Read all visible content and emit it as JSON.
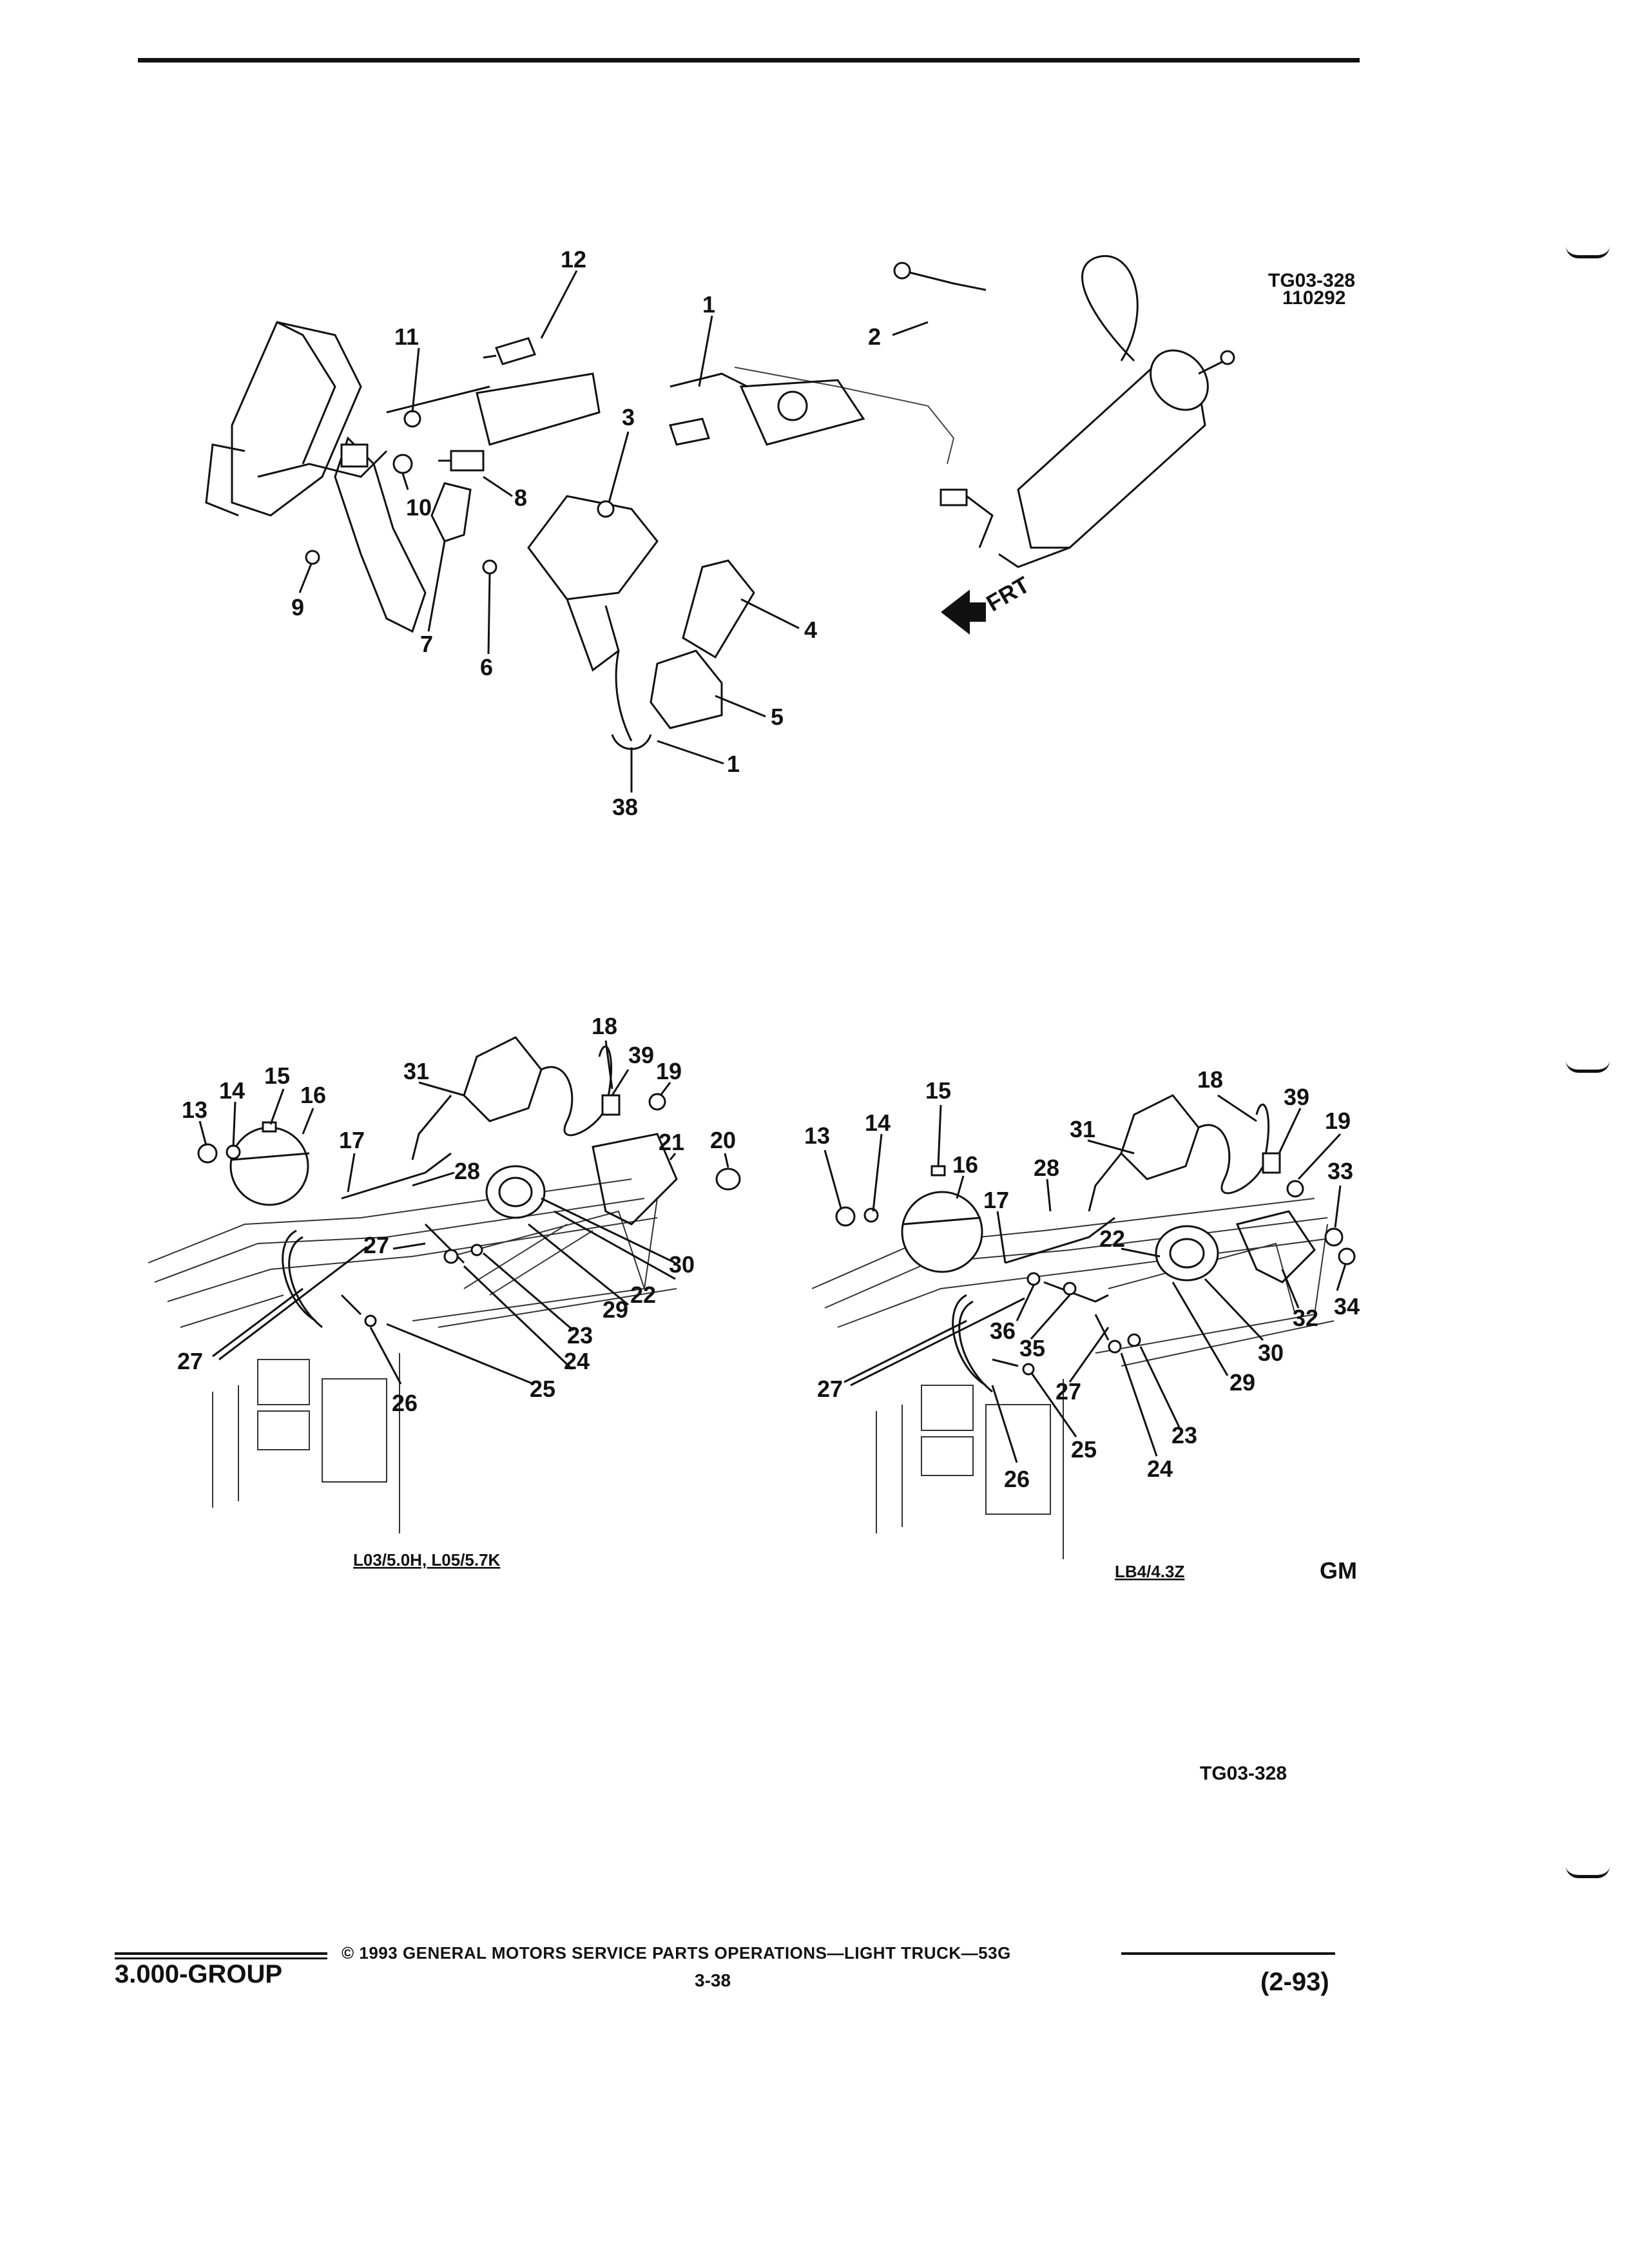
{
  "diagram": {
    "top": {
      "code": "TG03-328",
      "date": "110292",
      "direction_label": "FRT",
      "callouts": [
        "12",
        "11",
        "1",
        "2",
        "3",
        "10",
        "8",
        "9",
        "7",
        "6",
        "4",
        "5",
        "1",
        "38"
      ]
    },
    "bottom_left": {
      "caption": "L03/5.0H, L05/5.7K",
      "callouts": [
        "18",
        "39",
        "19",
        "31",
        "15",
        "14",
        "16",
        "13",
        "17",
        "20",
        "21",
        "28",
        "27",
        "27",
        "22",
        "30",
        "29",
        "23",
        "24",
        "25",
        "26"
      ]
    },
    "bottom_right": {
      "caption": "LB4/4.3Z",
      "callouts": [
        "15",
        "18",
        "39",
        "19",
        "13",
        "14",
        "16",
        "31",
        "33",
        "28",
        "17",
        "22",
        "34",
        "32",
        "36",
        "35",
        "27",
        "30",
        "29",
        "27",
        "23",
        "25",
        "24",
        "26"
      ]
    },
    "logo_text": "GM",
    "figure_code": "TG03-328"
  },
  "footer": {
    "group": "3.000-GROUP",
    "copyright": "© 1993 GENERAL MOTORS SERVICE PARTS OPERATIONS—LIGHT TRUCK—53G",
    "page": "3-38",
    "date": "(2-93)"
  }
}
